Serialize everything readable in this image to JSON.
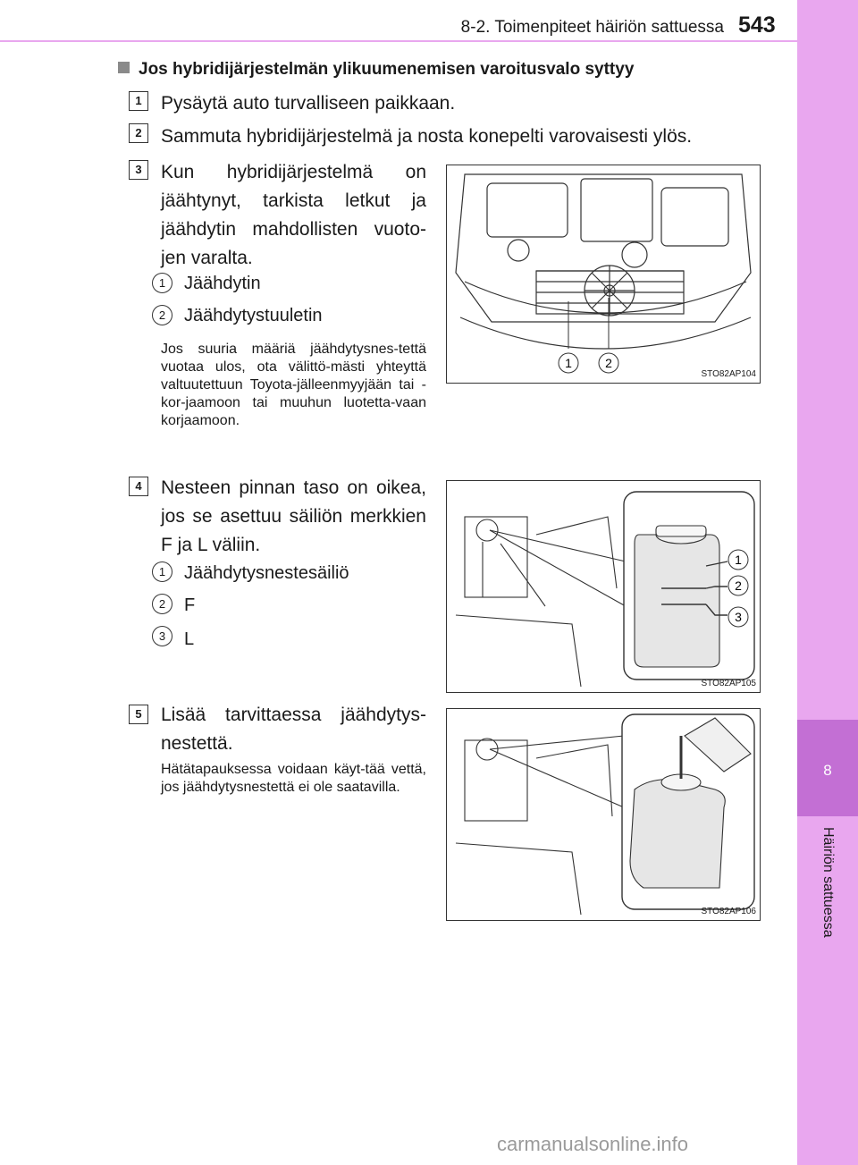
{
  "header": {
    "section": "8-2. Toimenpiteet häiriön sattuessa",
    "page": "543"
  },
  "sidebar": {
    "chapter_number": "8",
    "chapter_title": "Häiriön sattuessa"
  },
  "heading": "Jos hybridijärjestelmän ylikuumenemisen varoitusvalo syttyy",
  "steps": [
    {
      "num": "1",
      "text": "Pysäytä auto turvalliseen paikkaan."
    },
    {
      "num": "2",
      "text": "Sammuta hybridijärjestelmä ja nosta konepelti varovaisesti ylös."
    },
    {
      "num": "3",
      "text": "Kun hybridijärjestelmä on jäähtynyt, tarkista letkut ja jäähdytin mahdollisten vuoto-jen varalta.",
      "items": [
        {
          "num": "1",
          "label": "Jäähdytin"
        },
        {
          "num": "2",
          "label": "Jäähdytystuuletin"
        }
      ],
      "note": "Jos suuria määriä jäähdytysnes-tettä vuotaa ulos, ota välittö-mästi yhteyttä valtuutettuun Toyota-jälleenmyyjään tai -kor-jaamoon tai muuhun luotetta-vaan korjaamoon.",
      "figure_code": "STO82AP104",
      "callouts": [
        "1",
        "2"
      ]
    },
    {
      "num": "4",
      "text": "Nesteen pinnan taso on oikea, jos se asettuu säiliön merkkien F ja L väliin.",
      "items": [
        {
          "num": "1",
          "label": "Jäähdytysnestesäiliö"
        },
        {
          "num": "2",
          "label": "F"
        },
        {
          "num": "3",
          "label": "L"
        }
      ],
      "figure_code": "STO82AP105",
      "callouts": [
        "1",
        "2",
        "3"
      ]
    },
    {
      "num": "5",
      "text": "Lisää tarvittaessa jäähdytys-nestettä.",
      "note": "Hätätapauksessa voidaan käyt-tää vettä, jos jäähdytysnestettä ei ole saatavilla.",
      "figure_code": "STO82AP106"
    }
  ],
  "watermark": "carmanualsonline.info",
  "colors": {
    "sidebar": "#e9a7ef",
    "tab": "#c36fd4"
  }
}
